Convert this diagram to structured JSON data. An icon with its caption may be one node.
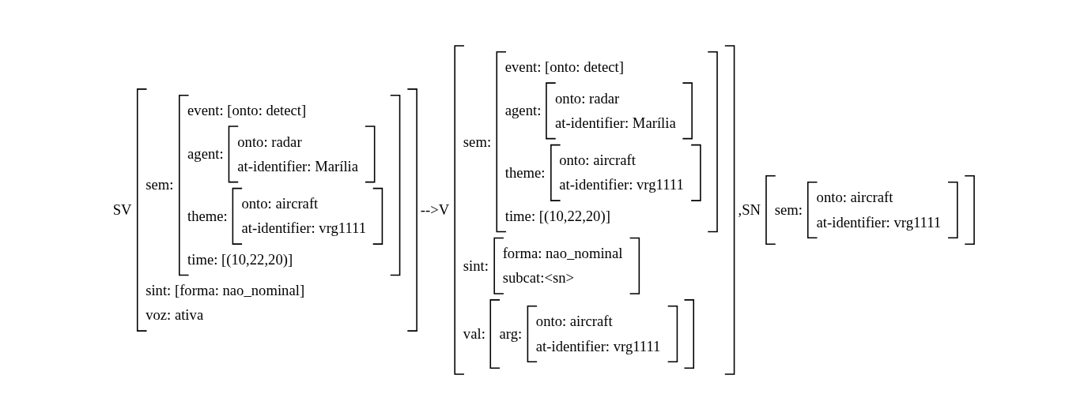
{
  "diagram": {
    "nodes": [
      {
        "text": [
          "SV",
          "sem:",
          "sint: [forma: nao_nominal]",
          "voz: ativa"
        ]
      },
      {
        "text": [
          "event: [onto: detect]",
          "agent:",
          "theme:",
          "time: [(10,22,20)]"
        ],
        "in": 0
      },
      {
        "text": [
          "onto: radar",
          "at-identifier: Marília"
        ],
        "in": 1
      },
      {
        "text": [
          "onto: aircraft",
          "at-identifier: vrg1111"
        ],
        "in": 1
      },
      {
        "text": [
          "-->V",
          "sem:",
          "sint:",
          "val:"
        ]
      },
      {
        "text": [
          "event: [onto: detect]",
          "agent:",
          "theme:",
          "time: [(10,22,20)]"
        ],
        "in": 4
      },
      {
        "text": [
          "onto: radar",
          "at-identifier: Marília"
        ],
        "in": 5
      },
      {
        "text": [
          "onto: aircraft",
          "at-identifier: vrg1111"
        ],
        "in": 5
      },
      {
        "text": [
          "forma: nao_nominal",
          "subcat:<sn>"
        ],
        "in": 4
      },
      {
        "text": [
          "arg:"
        ],
        "in": 4
      },
      {
        "text": [
          "onto: aircraft",
          "at-identifier: vrg1111"
        ],
        "in": 9
      },
      {
        "text": [
          ",SN",
          "sem:"
        ]
      },
      {
        "text": [
          "onto: aircraft",
          "at-identifier: vrg1111"
        ],
        "in": 11
      }
    ]
  }
}
